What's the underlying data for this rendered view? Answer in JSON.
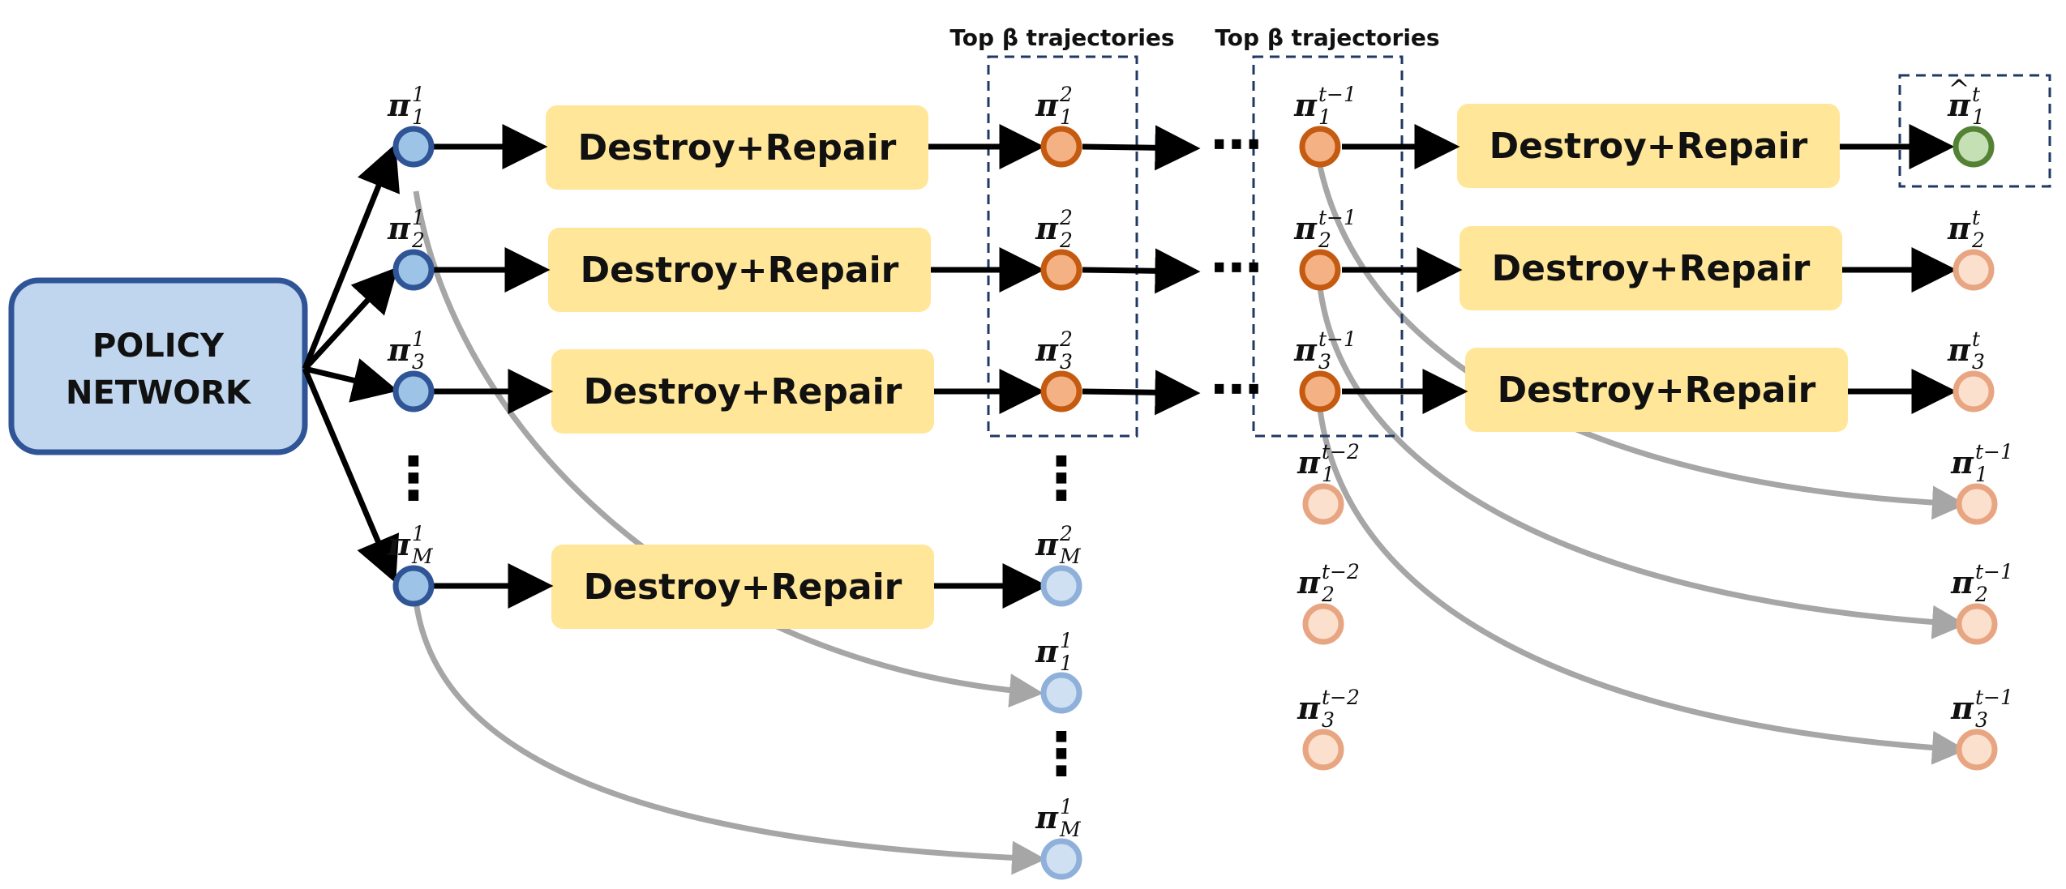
{
  "policy_label_line1": "POLICY",
  "policy_label_line2": "NETWORK",
  "op_label": "Destroy+Repair",
  "top_labels": [
    "Top β trajectories",
    "Top β trajectories"
  ],
  "ellipsis": "⋯",
  "vdots": "⋮",
  "pi_symbol": "π",
  "hat_symbol": "^",
  "colors": {
    "policy_fill": "#bfd6ee",
    "policy_stroke": "#2f5597",
    "box_fill": "#ffe699",
    "blue_fill": "#9dc3e6",
    "blue_stroke": "#2f5597",
    "light_blue_fill": "#cfe0f3",
    "light_blue_stroke": "#8fb0d9",
    "orange_fill": "#f4b183",
    "orange_stroke": "#c55a11",
    "light_orange_fill": "#fbe0cd",
    "light_orange_stroke": "#e8a582",
    "green_fill": "#c5e0b4",
    "green_stroke": "#548235",
    "dashed": "#1f3864",
    "gray_arrow": "#a6a6a6",
    "black_arrow": "#000000"
  },
  "nodes": [
    {
      "id": "s1_1",
      "style": "blue",
      "sub": "1",
      "sup": "1",
      "hat": false
    },
    {
      "id": "s1_2",
      "style": "blue",
      "sub": "2",
      "sup": "1",
      "hat": false
    },
    {
      "id": "s1_3",
      "style": "blue",
      "sub": "3",
      "sup": "1",
      "hat": false
    },
    {
      "id": "s1_M",
      "style": "blue",
      "sub": "M",
      "sup": "1",
      "hat": false
    },
    {
      "id": "s2_1",
      "style": "orange",
      "sub": "1",
      "sup": "2",
      "hat": false
    },
    {
      "id": "s2_2",
      "style": "orange",
      "sub": "2",
      "sup": "2",
      "hat": false
    },
    {
      "id": "s2_3",
      "style": "orange",
      "sub": "3",
      "sup": "2",
      "hat": false
    },
    {
      "id": "s2_M",
      "style": "light_blue",
      "sub": "M",
      "sup": "2",
      "hat": false
    },
    {
      "id": "c2_1",
      "style": "light_blue",
      "sub": "1",
      "sup": "1",
      "hat": false
    },
    {
      "id": "c2_M",
      "style": "light_blue",
      "sub": "M",
      "sup": "1",
      "hat": false
    },
    {
      "id": "s3_1",
      "style": "orange",
      "sub": "1",
      "sup": "t−1",
      "hat": false
    },
    {
      "id": "s3_2",
      "style": "orange",
      "sub": "2",
      "sup": "t−1",
      "hat": false
    },
    {
      "id": "s3_3",
      "style": "orange",
      "sub": "3",
      "sup": "t−1",
      "hat": false
    },
    {
      "id": "c3_1",
      "style": "light_orange",
      "sub": "1",
      "sup": "t−2",
      "hat": false
    },
    {
      "id": "c3_2",
      "style": "light_orange",
      "sub": "2",
      "sup": "t−2",
      "hat": false
    },
    {
      "id": "c3_3",
      "style": "light_orange",
      "sub": "3",
      "sup": "t−2",
      "hat": false
    },
    {
      "id": "s4_1",
      "style": "green",
      "sub": "1",
      "sup": "t",
      "hat": true
    },
    {
      "id": "s4_2",
      "style": "light_orange",
      "sub": "2",
      "sup": "t",
      "hat": false
    },
    {
      "id": "s4_3",
      "style": "light_orange",
      "sub": "3",
      "sup": "t",
      "hat": false
    },
    {
      "id": "c4_1",
      "style": "light_orange",
      "sub": "1",
      "sup": "t−1",
      "hat": false
    },
    {
      "id": "c4_2",
      "style": "light_orange",
      "sub": "2",
      "sup": "t−1",
      "hat": false
    },
    {
      "id": "c4_3",
      "style": "light_orange",
      "sub": "3",
      "sup": "t−1",
      "hat": false
    }
  ]
}
